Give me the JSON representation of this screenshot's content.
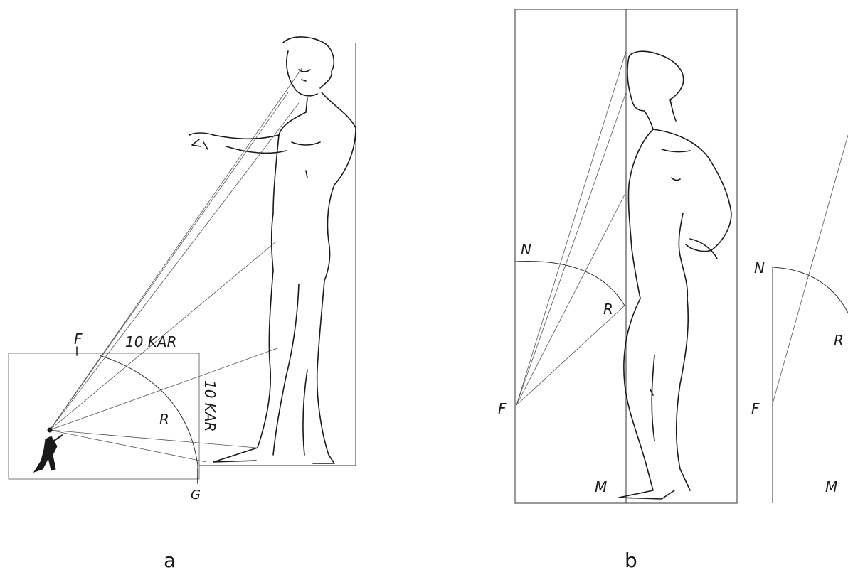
{
  "figure_a": {
    "caption": "a",
    "labels": {
      "f": "F",
      "ten_kar_top": "10 KAR",
      "ten_kar_side": "10 KAR",
      "r": "R",
      "g": "G"
    }
  },
  "figure_b": {
    "caption": "b",
    "labels": {
      "n": "N",
      "r": "R",
      "f": "F",
      "m": "M"
    }
  },
  "figure_c_partial": {
    "labels": {
      "n": "N",
      "r": "R",
      "f": "F",
      "m": "M"
    }
  },
  "colors": {
    "ink": "#1a1a1a",
    "paper": "#ffffff"
  }
}
